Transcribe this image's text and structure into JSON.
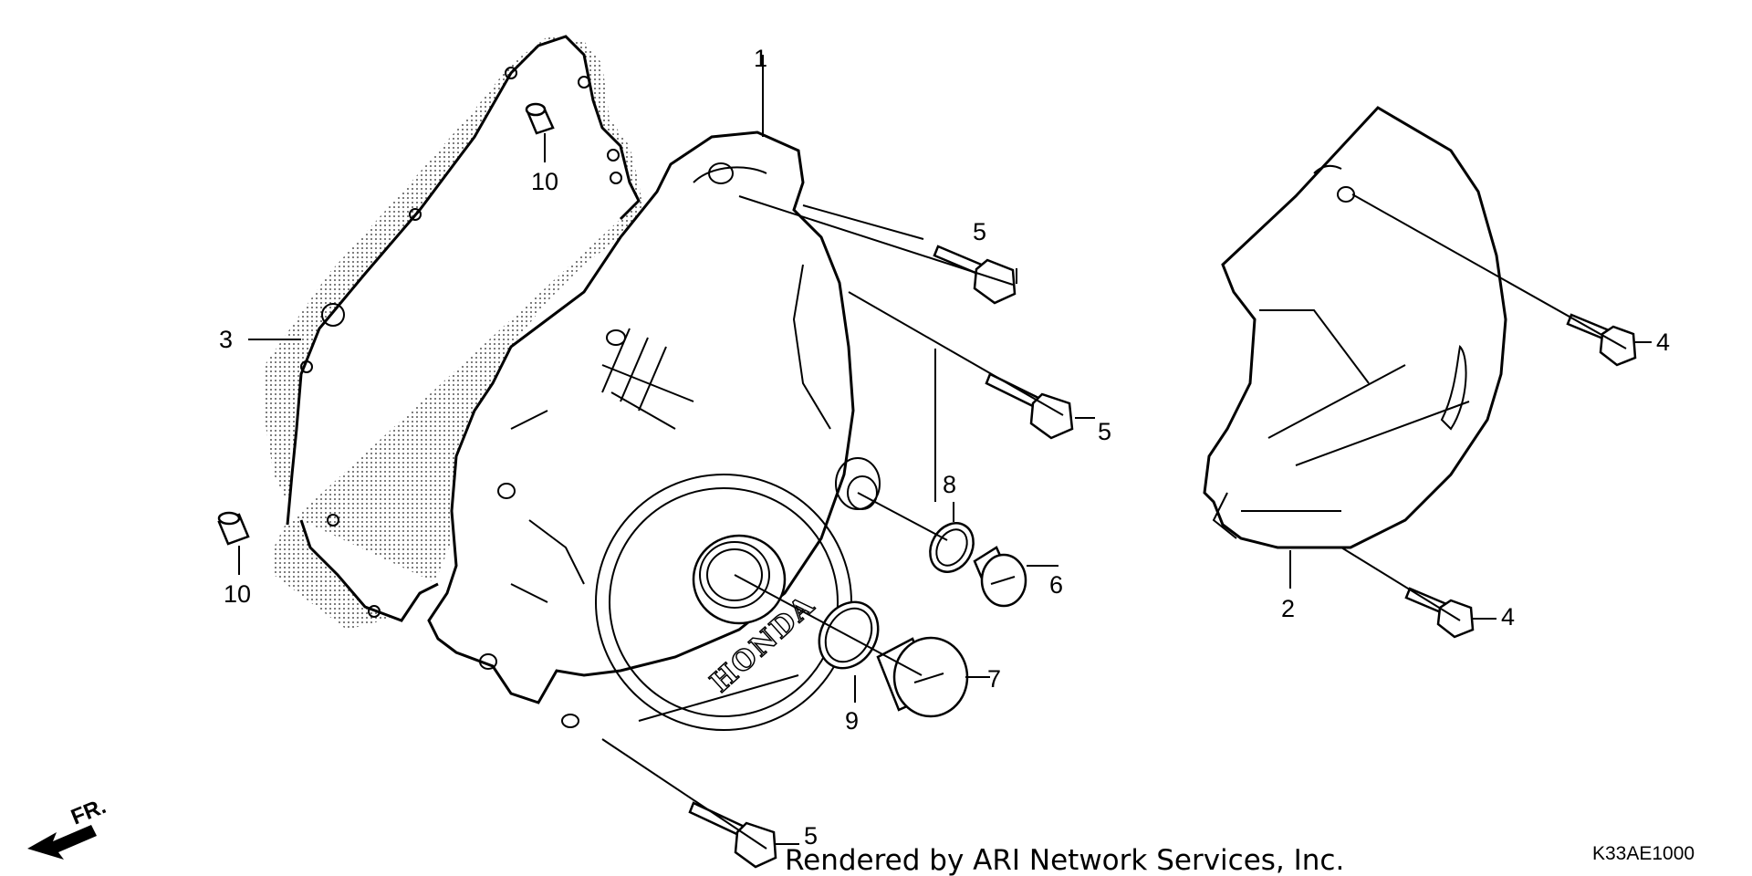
{
  "callouts": {
    "c1": "1",
    "c2": "2",
    "c3": "3",
    "c4a": "4",
    "c4b": "4",
    "c5a": "5",
    "c5b": "5",
    "c5c": "5",
    "c6": "6",
    "c7": "7",
    "c8": "8",
    "c9": "9",
    "c10a": "10",
    "c10b": "10"
  },
  "cover_brand": "HONDA",
  "front_arrow": "FR.",
  "footer": {
    "credit": "Rendered by ARI Network Services, Inc.",
    "diagram_code": "K33AE1000"
  }
}
